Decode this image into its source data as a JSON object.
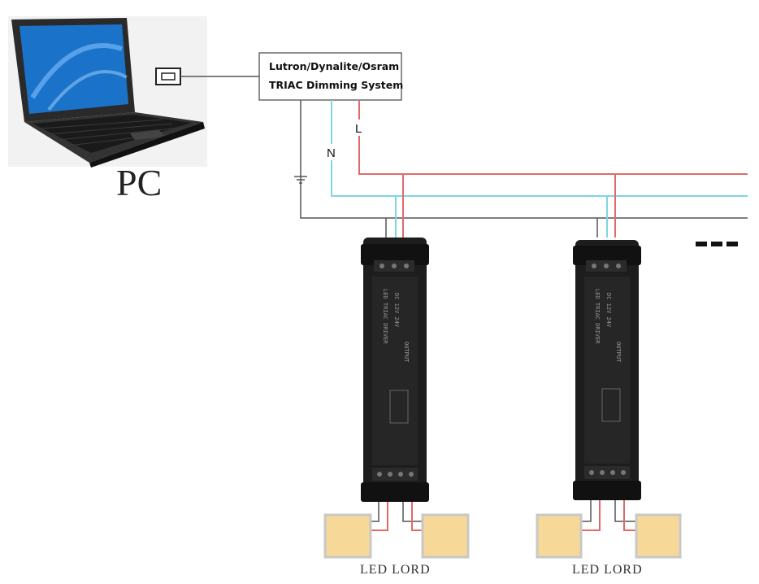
{
  "pc": {
    "label": "PC"
  },
  "dimming_system": {
    "line1": "Lutron/Dynalite/Osram",
    "line2": "TRIAC Dimming System"
  },
  "wires": {
    "neutral_label": "N",
    "live_label": "L"
  },
  "colors": {
    "live": "#e06a6a",
    "neutral": "#7fd6e0",
    "ground": "#555555",
    "led_fill": "#f6d898",
    "led_border": "#c8c8c8",
    "driver_body": "#1d1d1d"
  },
  "continuation": "...",
  "drivers": [
    {
      "load_label": "LED LORD"
    },
    {
      "load_label": "LED LORD"
    }
  ]
}
